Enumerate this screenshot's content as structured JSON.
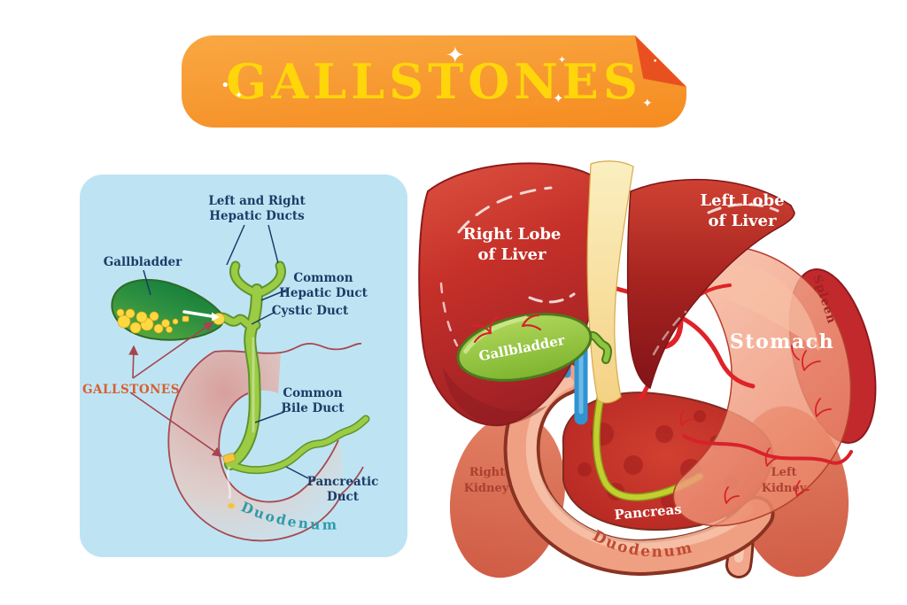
{
  "banner": {
    "title": "GALLSTONES"
  },
  "icons": {
    "sparkle": "✦",
    "dot": "•"
  },
  "colors": {
    "banner_orange": "#F58B1F",
    "banner_fold": "#E8511F",
    "title_yellow": "#FFD60A",
    "panel_blue": "#BEE4F4",
    "label_navy": "#1C3C66",
    "gallstones_label_orange": "#D85F2E",
    "duodenum_teal": "#2E9BA8",
    "duct_green": "#9CCB44",
    "gallbladder_dark_green": "#0E7A3C",
    "gallbladder_bright_green": "#8DC63F",
    "stone_yellow": "#FFD93F",
    "arrow_maroon": "#A64450",
    "liver_red": "#C53029",
    "ligament_cream": "#F4D284",
    "stomach_pink": "#F0997D",
    "spleen_red": "#C2292C",
    "kidney_red": "#D05C45",
    "pancreas_red": "#B32522",
    "artery_red": "#DF2328",
    "vein_blue": "#2F93D4",
    "organ_label_white": "#FFFFFF",
    "kidney_label_red": "#A83A2B"
  },
  "left_panel": {
    "labels": {
      "hepatic_ducts_1": "Left and Right",
      "hepatic_ducts_2": "Hepatic Ducts",
      "gallbladder": "Gallbladder",
      "common_hepatic_1": "Common",
      "common_hepatic_2": "Hepatic Duct",
      "cystic_duct": "Cystic Duct",
      "gallstones": "GALLSTONES",
      "common_bile_1": "Common",
      "common_bile_2": "Bile Duct",
      "pancreatic_1": "Pancreatic",
      "pancreatic_2": "Duct",
      "duodenum": "Duodenum"
    }
  },
  "right_panel": {
    "labels": {
      "right_lobe_1": "Right Lobe",
      "right_lobe_2": "of Liver",
      "left_lobe_1": "Left Lobe",
      "left_lobe_2": "of Liver",
      "gallbladder": "Gallbladder",
      "stomach": "Stomach",
      "spleen": "Spleen",
      "right_kidney_1": "Right",
      "right_kidney_2": "Kidney",
      "left_kidney_1": "Left",
      "left_kidney_2": "Kidney",
      "pancreas": "Pancreas",
      "duodenum": "Duodenum"
    }
  }
}
